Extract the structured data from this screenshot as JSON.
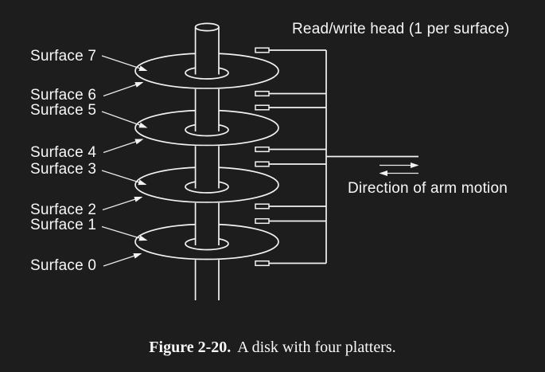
{
  "colors": {
    "background": "#1d1d1d",
    "line": "#f2f2f2",
    "text": "#f7f7f7"
  },
  "annotations": {
    "read_write_head": "Read/write head (1 per surface)",
    "arm_motion": "Direction of arm motion"
  },
  "surfaces": [
    {
      "label": "Surface 7"
    },
    {
      "label": "Surface 6"
    },
    {
      "label": "Surface 5"
    },
    {
      "label": "Surface 4"
    },
    {
      "label": "Surface 3"
    },
    {
      "label": "Surface 2"
    },
    {
      "label": "Surface 1"
    },
    {
      "label": "Surface 0"
    }
  ],
  "depicted": {
    "platters": 4,
    "surfaces": 8,
    "read_write_heads": 8
  },
  "caption": {
    "number": "Figure 2-20.",
    "text": "A disk with four platters."
  }
}
